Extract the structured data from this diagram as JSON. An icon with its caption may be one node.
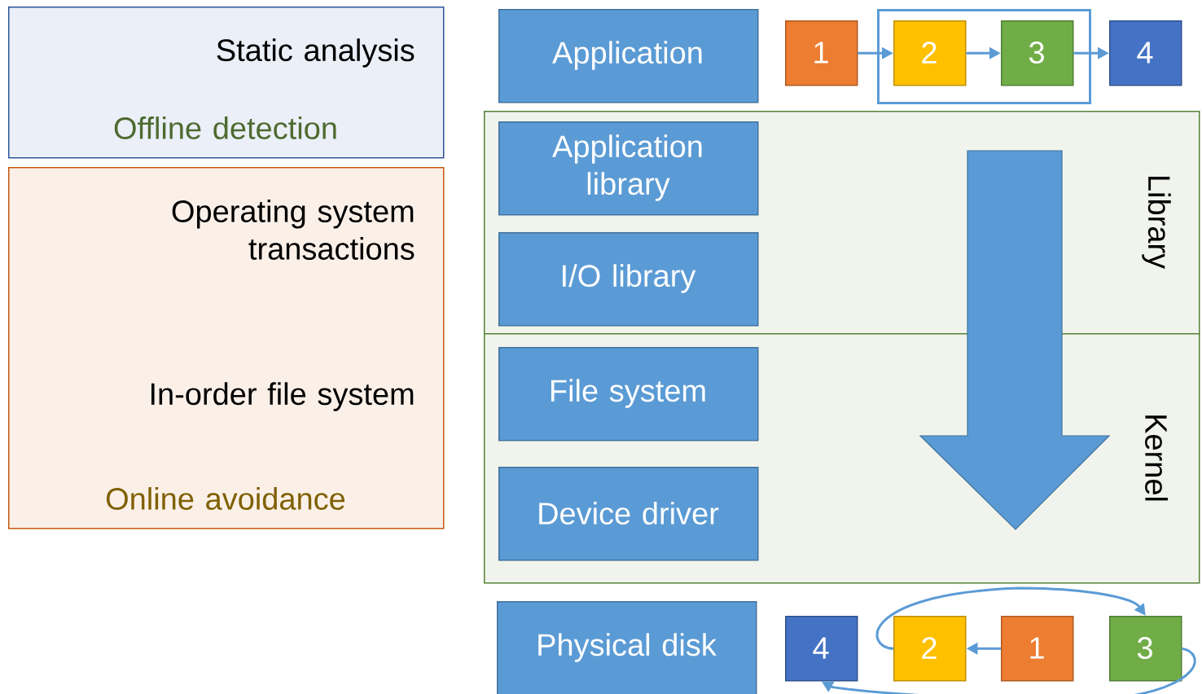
{
  "diagram": {
    "nodes": [
      {
        "text": [
          "Static analysis",
          "Offline detection"
        ]
      },
      {
        "text": [
          "Operating system transactions",
          "In-order file system",
          "Online avoidance"
        ]
      },
      {
        "text": [
          "Application"
        ]
      },
      {
        "text": [
          "Library"
        ]
      },
      {
        "text": [
          "Application library"
        ],
        "in": 3
      },
      {
        "text": [
          "I/O library"
        ],
        "in": 3
      },
      {
        "text": [
          "Kernel"
        ]
      },
      {
        "text": [
          "File system"
        ],
        "in": 6
      },
      {
        "text": [
          "Device driver"
        ],
        "in": 6
      },
      {
        "text": [
          "Physical disk"
        ]
      },
      {
        "text": [
          "1"
        ]
      },
      {
        "text": [],
        "shape": "box"
      },
      {
        "text": [
          "2"
        ],
        "in": 11
      },
      {
        "text": [
          "3"
        ],
        "in": 11
      },
      {
        "text": [
          "4"
        ]
      },
      {
        "text": [
          "4"
        ]
      },
      {
        "text": [
          "2"
        ]
      },
      {
        "text": [
          "1"
        ]
      },
      {
        "text": [
          "3"
        ]
      }
    ],
    "edges": [
      {
        "from": 10,
        "to": 12,
        "arrow": "to"
      },
      {
        "from": 12,
        "to": 13,
        "arrow": "to"
      },
      {
        "from": 13,
        "to": 14,
        "arrow": "to"
      },
      {
        "from": 17,
        "to": 16,
        "arrow": "to"
      },
      {
        "from": 16,
        "to": 18,
        "arrow": "to"
      },
      {
        "from": 18,
        "to": 15,
        "arrow": "to"
      }
    ]
  }
}
